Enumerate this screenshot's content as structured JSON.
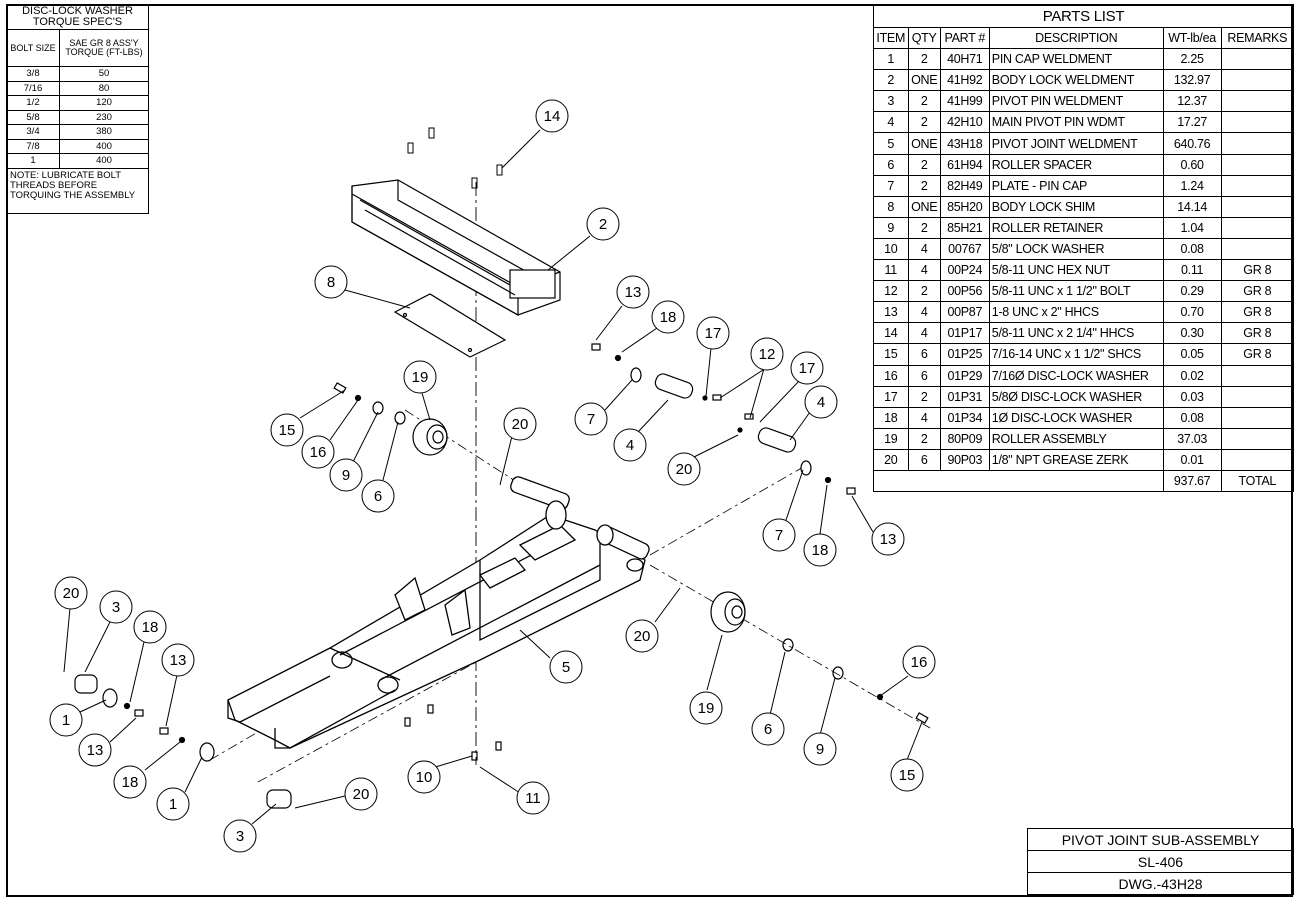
{
  "torque_table": {
    "title": "DISC-LOCK WASHER TORQUE SPEC'S",
    "col1": "BOLT SIZE",
    "col2": "SAE GR 8 ASS'Y TORQUE (FT-LBS)",
    "rows": [
      {
        "size": "3/8",
        "torque": "50"
      },
      {
        "size": "7/16",
        "torque": "80"
      },
      {
        "size": "1/2",
        "torque": "120"
      },
      {
        "size": "5/8",
        "torque": "230"
      },
      {
        "size": "3/4",
        "torque": "380"
      },
      {
        "size": "7/8",
        "torque": "400"
      },
      {
        "size": "1",
        "torque": "400"
      }
    ],
    "note": "NOTE: LUBRICATE BOLT THREADS BEFORE TORQUING THE ASSEMBLY"
  },
  "parts_list": {
    "title": "PARTS LIST",
    "headers": [
      "ITEM",
      "QTY",
      "PART #",
      "DESCRIPTION",
      "WT-lb/ea",
      "REMARKS"
    ],
    "rows": [
      {
        "item": "1",
        "qty": "2",
        "part": "40H71",
        "desc": "PIN CAP WELDMENT",
        "wt": "2.25",
        "remarks": ""
      },
      {
        "item": "2",
        "qty": "ONE",
        "part": "41H92",
        "desc": "BODY LOCK WELDMENT",
        "wt": "132.97",
        "remarks": ""
      },
      {
        "item": "3",
        "qty": "2",
        "part": "41H99",
        "desc": "PIVOT PIN WELDMENT",
        "wt": "12.37",
        "remarks": ""
      },
      {
        "item": "4",
        "qty": "2",
        "part": "42H10",
        "desc": "MAIN PIVOT PIN WDMT",
        "wt": "17.27",
        "remarks": ""
      },
      {
        "item": "5",
        "qty": "ONE",
        "part": "43H18",
        "desc": "PIVOT JOINT WELDMENT",
        "wt": "640.76",
        "remarks": ""
      },
      {
        "item": "6",
        "qty": "2",
        "part": "61H94",
        "desc": "ROLLER SPACER",
        "wt": "0.60",
        "remarks": ""
      },
      {
        "item": "7",
        "qty": "2",
        "part": "82H49",
        "desc": "PLATE - PIN CAP",
        "wt": "1.24",
        "remarks": ""
      },
      {
        "item": "8",
        "qty": "ONE",
        "part": "85H20",
        "desc": "BODY LOCK SHIM",
        "wt": "14.14",
        "remarks": ""
      },
      {
        "item": "9",
        "qty": "2",
        "part": "85H21",
        "desc": "ROLLER RETAINER",
        "wt": "1.04",
        "remarks": ""
      },
      {
        "item": "10",
        "qty": "4",
        "part": "00767",
        "desc": "5/8\" LOCK WASHER",
        "wt": "0.08",
        "remarks": ""
      },
      {
        "item": "11",
        "qty": "4",
        "part": "00P24",
        "desc": "5/8-11 UNC HEX NUT",
        "wt": "0.11",
        "remarks": "GR 8"
      },
      {
        "item": "12",
        "qty": "2",
        "part": "00P56",
        "desc": "5/8-11 UNC x 1 1/2\" BOLT",
        "wt": "0.29",
        "remarks": "GR 8"
      },
      {
        "item": "13",
        "qty": "4",
        "part": "00P87",
        "desc": "1-8 UNC x 2\" HHCS",
        "wt": "0.70",
        "remarks": "GR 8"
      },
      {
        "item": "14",
        "qty": "4",
        "part": "01P17",
        "desc": "5/8-11 UNC x 2 1/4\" HHCS",
        "wt": "0.30",
        "remarks": "GR 8"
      },
      {
        "item": "15",
        "qty": "6",
        "part": "01P25",
        "desc": "7/16-14 UNC x 1 1/2\" SHCS",
        "wt": "0.05",
        "remarks": "GR 8"
      },
      {
        "item": "16",
        "qty": "6",
        "part": "01P29",
        "desc": "7/16Ø DISC-LOCK WASHER",
        "wt": "0.02",
        "remarks": ""
      },
      {
        "item": "17",
        "qty": "2",
        "part": "01P31",
        "desc": "5/8Ø DISC-LOCK WASHER",
        "wt": "0.03",
        "remarks": ""
      },
      {
        "item": "18",
        "qty": "4",
        "part": "01P34",
        "desc": "1Ø DISC-LOCK WASHER",
        "wt": "0.08",
        "remarks": ""
      },
      {
        "item": "19",
        "qty": "2",
        "part": "80P09",
        "desc": "ROLLER ASSEMBLY",
        "wt": "37.03",
        "remarks": ""
      },
      {
        "item": "20",
        "qty": "6",
        "part": "90P03",
        "desc": "1/8\" NPT GREASE ZERK",
        "wt": "0.01",
        "remarks": ""
      }
    ],
    "total_weight": "937.67",
    "total_label": "TOTAL"
  },
  "title_block": {
    "title": "PIVOT JOINT SUB-ASSEMBLY",
    "model": "SL-406",
    "drawing": "DWG.-43H28"
  },
  "balloons": [
    "14",
    "2",
    "8",
    "13",
    "18",
    "17",
    "12",
    "17",
    "4",
    "19",
    "20",
    "15",
    "16",
    "9",
    "6",
    "7",
    "4",
    "20",
    "7",
    "18",
    "13",
    "20",
    "3",
    "18",
    "13",
    "1",
    "13",
    "5",
    "20",
    "19",
    "6",
    "9",
    "16",
    "15",
    "1",
    "18",
    "10",
    "11",
    "20",
    "3"
  ]
}
